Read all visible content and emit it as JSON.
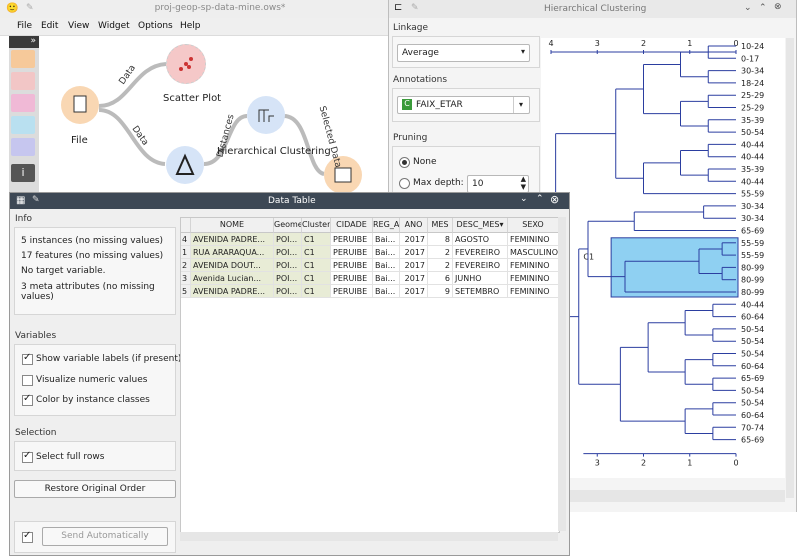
{
  "orange": {
    "title": "proj-geop-sp-data-mine.ows*",
    "menu": [
      "File",
      "Edit",
      "View",
      "Widget",
      "Options",
      "Help"
    ],
    "nodes": {
      "file": "File",
      "scatter": "Scatter Plot",
      "hc": "Hierarchical Clustering"
    },
    "links": {
      "data1": "Data",
      "data2": "Data",
      "instances": "Distances",
      "selected": "Selected Data"
    }
  },
  "hc": {
    "title": "Hierarchical Clustering",
    "linkage_label": "Linkage",
    "linkage_value": "Average",
    "annotations_label": "Annotations",
    "annotations_value": "FAIX_ETAR",
    "annotations_badge": "C",
    "pruning_label": "Pruning",
    "none_label": "None",
    "maxdepth_label": "Max depth:",
    "maxdepth_value": "10",
    "axis_ticks": [
      "4",
      "3",
      "2",
      "1",
      "0"
    ],
    "bottom_ticks": [
      "3",
      "2",
      "1",
      "0"
    ],
    "cluster_label": "C1",
    "leaves": [
      "10-24",
      "0-17",
      "30-34",
      "18-24",
      "25-29",
      "25-29",
      "35-39",
      "50-54",
      "40-44",
      "40-44",
      "35-39",
      "40-44",
      "55-59",
      "30-34",
      "30-34",
      "65-69",
      "55-59",
      "55-59",
      "80-99",
      "80-99",
      "80-99",
      "40-44",
      "60-64",
      "50-54",
      "50-54",
      "50-54",
      "60-64",
      "65-69",
      "50-54",
      "50-54",
      "60-64",
      "70-74",
      "65-69"
    ]
  },
  "dt": {
    "title": "Data Table",
    "info_title": "Info",
    "info": [
      "5 instances (no missing values)",
      "17 features (no missing values)",
      "No target variable.",
      "3 meta attributes (no missing values)"
    ],
    "variables_title": "Variables",
    "opt1": "Show variable labels (if present)",
    "opt2": "Visualize numeric values",
    "opt3": "Color by instance classes",
    "selection_title": "Selection",
    "opt4": "Select full rows",
    "restore_btn": "Restore Original Order",
    "send_btn": "Send Automatically",
    "columns": [
      "NOME",
      "Geomet",
      "Cluster",
      "CIDADE",
      "REG_AD",
      "ANO",
      "MES",
      "DESC_MES",
      "SEXO"
    ],
    "rows": [
      {
        "idx": "4",
        "cells": [
          "AVENIDA PADRE...",
          "POI...",
          "C1",
          "PERUIBE",
          "Bai...",
          "2017",
          "8",
          "AGOSTO",
          "FEMININO"
        ]
      },
      {
        "idx": "1",
        "cells": [
          "RUA ARARAQUA...",
          "POI...",
          "C1",
          "PERUIBE",
          "Bai...",
          "2017",
          "2",
          "FEVEREIRO",
          "MASCULINO"
        ]
      },
      {
        "idx": "2",
        "cells": [
          "AVENIDA DOUT...",
          "POI...",
          "C1",
          "PERUIBE",
          "Bai...",
          "2017",
          "2",
          "FEVEREIRO",
          "FEMININO"
        ]
      },
      {
        "idx": "3",
        "cells": [
          "Avenida Lucian...",
          "POI...",
          "C1",
          "PERUIBE",
          "Bai...",
          "2017",
          "6",
          "JUNHO",
          "FEMININO"
        ]
      },
      {
        "idx": "5",
        "cells": [
          "AVENIDA PADRE...",
          "POI...",
          "C1",
          "PERUIBE",
          "Bai...",
          "2017",
          "9",
          "SETEMBRO",
          "FEMININO"
        ]
      }
    ]
  },
  "colors": {
    "accent": "#2b3ea0",
    "highlight": "#8fd0f2",
    "meta_bg": "#e8ecd6",
    "titlebar_dark": "#3d4855"
  }
}
